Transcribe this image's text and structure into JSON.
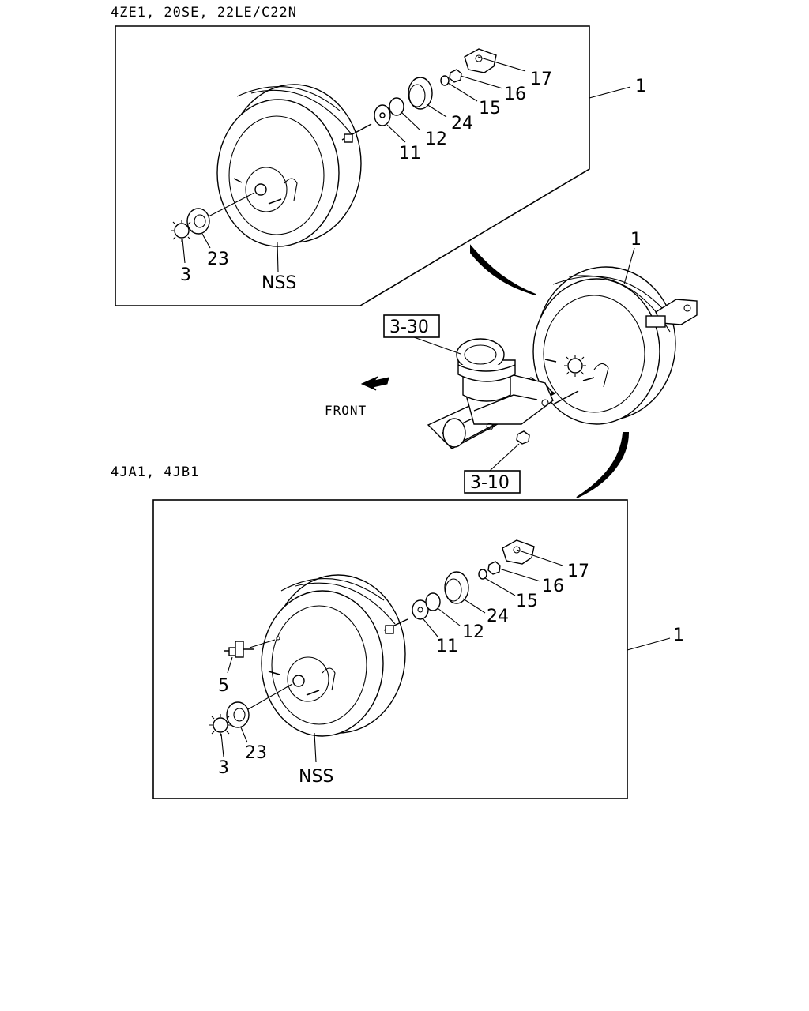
{
  "headers": {
    "top": "4ZE1, 20SE, 22LE/C22N",
    "bottom": "4JA1, 4JB1"
  },
  "refs": {
    "ref_330": "3-30",
    "ref_310": "3-10"
  },
  "front_label": "FRONT",
  "top_callouts": {
    "c1": "1",
    "c17": "17",
    "c16": "16",
    "c15": "15",
    "c24": "24",
    "c12": "12",
    "c11": "11",
    "c23": "23",
    "c3": "3",
    "nss": "NSS"
  },
  "main_callouts": {
    "c1": "1"
  },
  "bottom_callouts": {
    "c1": "1",
    "c17": "17",
    "c16": "16",
    "c15": "15",
    "c24": "24",
    "c12": "12",
    "c11": "11",
    "c5": "5",
    "c23": "23",
    "c3": "3",
    "nss": "NSS"
  }
}
